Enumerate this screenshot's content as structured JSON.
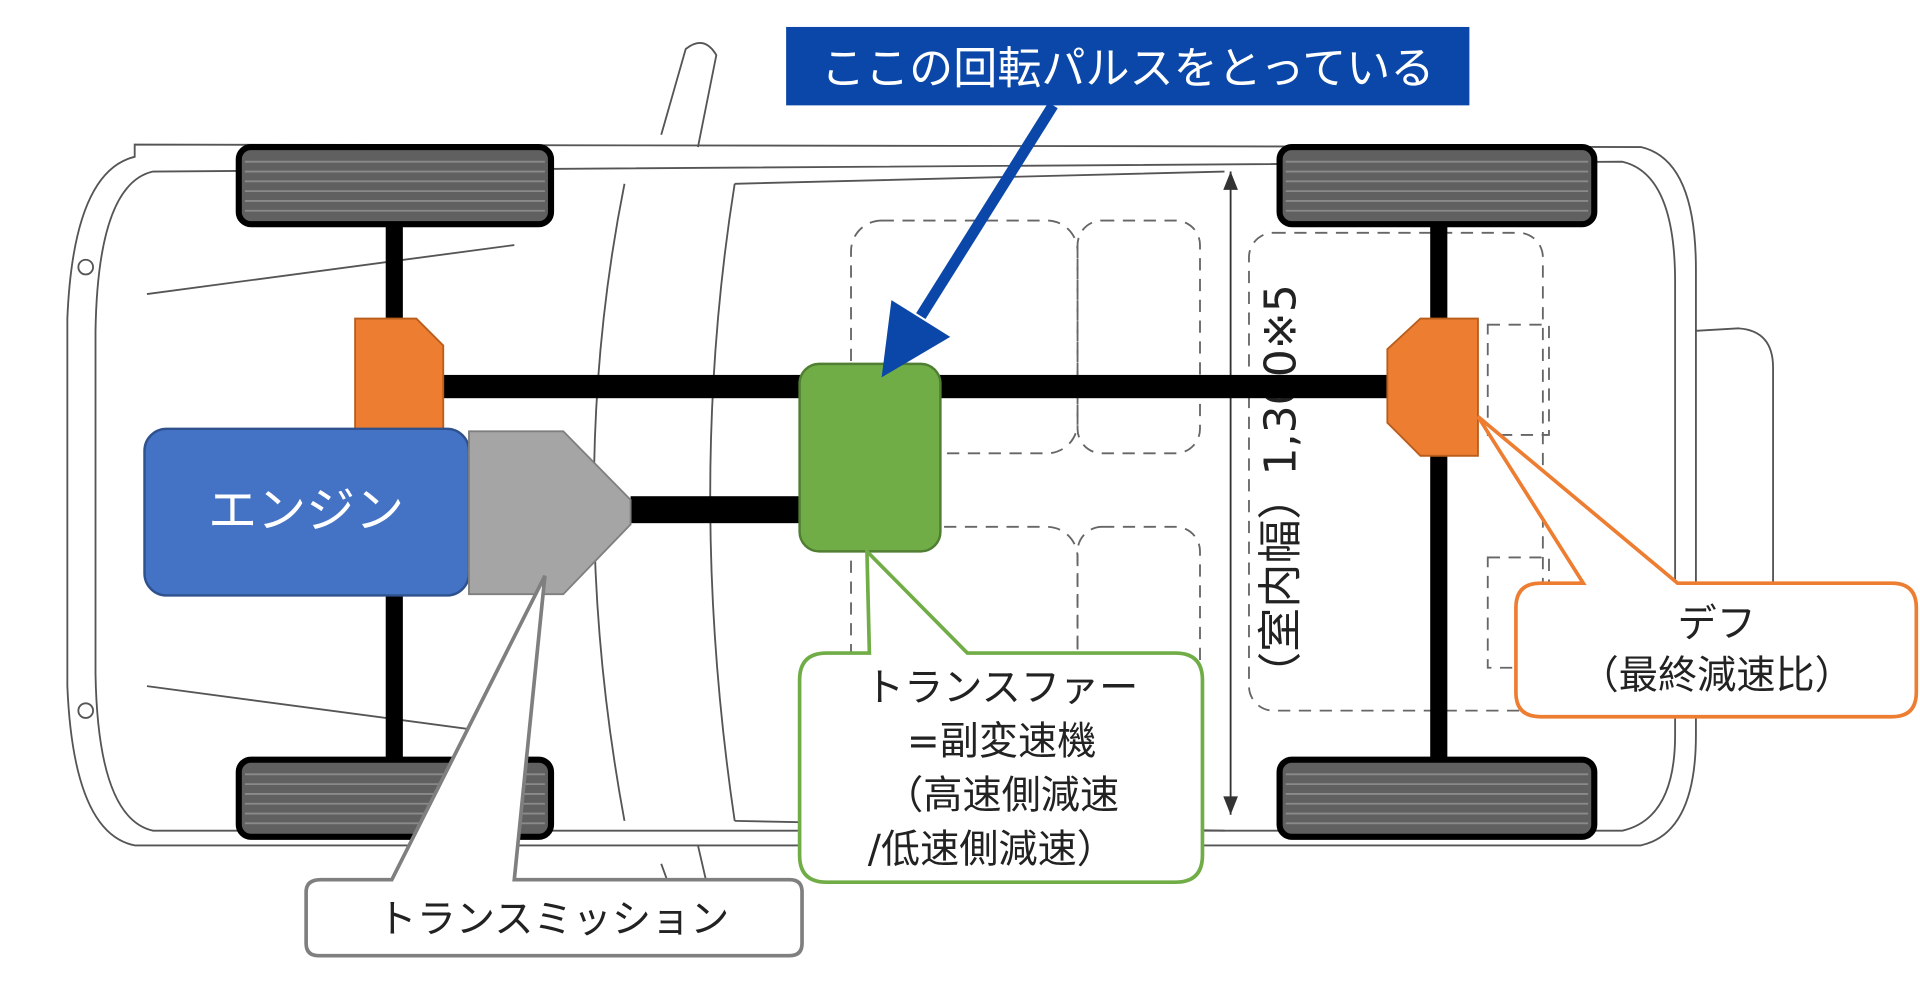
{
  "title_banner": "ここの回転パルスをとっている",
  "engine_label": "エンジン",
  "transmission_callout": "トランスミッション",
  "transfer_callout": [
    "トランスファー",
    "=副変速機",
    "（高速側減速",
    "/低速側減速）"
  ],
  "diff_callout": [
    "デフ",
    "（最終減速比）"
  ],
  "dimension_label": "（室内幅）1,300※5",
  "colors": {
    "banner": "#0a47a8",
    "engine": "#4472c4",
    "transmission": "#a5a5a5",
    "transfer": "#70ad47",
    "diff": "#ed7d31"
  }
}
